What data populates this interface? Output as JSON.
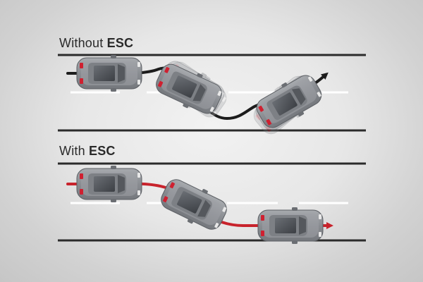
{
  "panels": [
    {
      "title_prefix": "Without",
      "title_highlight": "ESC",
      "path_color": "#1c1c1c"
    },
    {
      "title_prefix": "With",
      "title_highlight": "ESC",
      "path_color": "#c8232c"
    }
  ],
  "colors": {
    "road_line": "#2b2b2b",
    "lane_marking": "#ffffff",
    "car_body": "#8e9196",
    "car_highlight": "#b9bcc0",
    "car_window": "#4a4d52",
    "brake_light": "#cf2030"
  }
}
